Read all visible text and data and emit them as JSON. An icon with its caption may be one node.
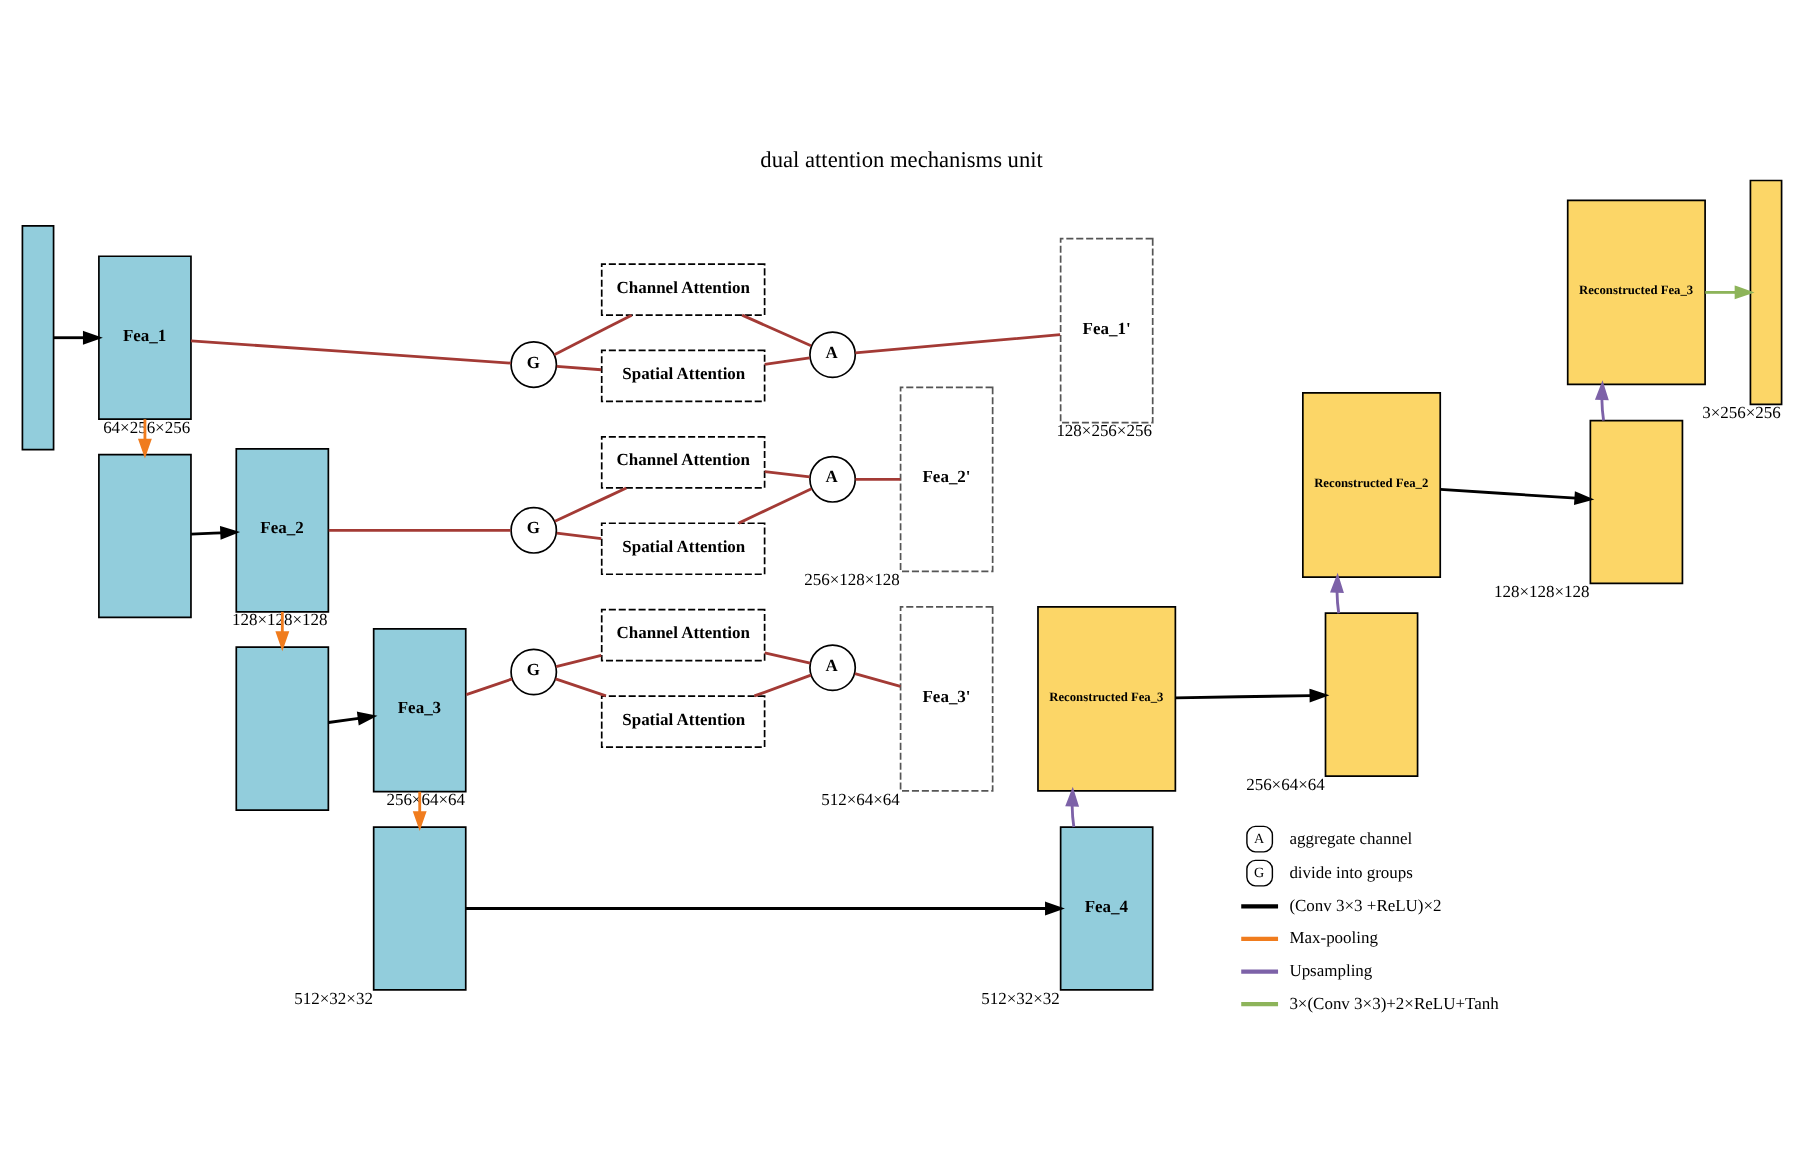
{
  "diagram": {
    "title": "dual attention mechanisms unit",
    "nodes": [
      {
        "text": [],
        "shape": "bar"
      },
      {
        "text": [
          "Fea_1"
        ],
        "beside": [
          "64×256×256"
        ]
      },
      {
        "text": [
          "G"
        ]
      },
      {
        "text": [
          "Channel Attention"
        ]
      },
      {
        "text": [
          "Spatial Attention"
        ]
      },
      {
        "text": [
          "A"
        ]
      },
      {
        "text": [
          "Fea_1'"
        ],
        "beside": [
          "128×256×256"
        ]
      },
      {
        "text": [
          "Reconstructed Fea_3"
        ]
      },
      {
        "text": [],
        "shape": "bar",
        "beside": [
          "3×256×256"
        ]
      },
      {
        "text": [],
        "shape": "box"
      },
      {
        "text": [
          "Fea_2"
        ],
        "beside": [
          "128×128×128"
        ]
      },
      {
        "text": [
          "G"
        ]
      },
      {
        "text": [
          "Channel Attention"
        ]
      },
      {
        "text": [
          "Spatial Attention"
        ]
      },
      {
        "text": [
          "A"
        ]
      },
      {
        "text": [
          "Fea_2'"
        ],
        "beside": [
          "256×128×128"
        ]
      },
      {
        "text": [
          "Reconstructed Fea_2"
        ]
      },
      {
        "text": [],
        "shape": "box",
        "beside": [
          "128×128×128"
        ]
      },
      {
        "text": [],
        "shape": "box"
      },
      {
        "text": [
          "Fea_3"
        ],
        "beside": [
          "256×64×64"
        ]
      },
      {
        "text": [
          "G"
        ]
      },
      {
        "text": [
          "Channel Attention"
        ]
      },
      {
        "text": [
          "Spatial Attention"
        ]
      },
      {
        "text": [
          "A"
        ]
      },
      {
        "text": [
          "Fea_3'"
        ],
        "beside": [
          "512×64×64"
        ]
      },
      {
        "text": [
          "Reconstructed Fea_3"
        ]
      },
      {
        "text": [],
        "shape": "box",
        "beside": [
          "256×64×64"
        ]
      },
      {
        "text": [],
        "shape": "box",
        "beside": [
          "512×32×32"
        ]
      },
      {
        "text": [
          "Fea_4"
        ],
        "beside": [
          "512×32×32"
        ]
      }
    ],
    "edges": [
      {
        "from": 0,
        "to": 1,
        "arrow": "to",
        "color": "#000000"
      },
      {
        "from": 1,
        "to": 2,
        "arrow": "none"
      },
      {
        "from": 2,
        "to": 3,
        "arrow": "none"
      },
      {
        "from": 2,
        "to": 4,
        "arrow": "none"
      },
      {
        "from": 3,
        "to": 5,
        "arrow": "none"
      },
      {
        "from": 4,
        "to": 5,
        "arrow": "none"
      },
      {
        "from": 5,
        "to": 6,
        "arrow": "none"
      },
      {
        "from": 7,
        "to": 8,
        "arrow": "to",
        "color": "#8db45a"
      },
      {
        "from": 1,
        "to": 9,
        "arrow": "to",
        "color": "#f07c1e"
      },
      {
        "from": 9,
        "to": 10,
        "arrow": "to",
        "color": "#000000"
      },
      {
        "from": 10,
        "to": 11,
        "arrow": "none"
      },
      {
        "from": 11,
        "to": 12,
        "arrow": "none"
      },
      {
        "from": 11,
        "to": 13,
        "arrow": "none"
      },
      {
        "from": 12,
        "to": 14,
        "arrow": "none"
      },
      {
        "from": 13,
        "to": 14,
        "arrow": "none"
      },
      {
        "from": 14,
        "to": 15,
        "arrow": "none"
      },
      {
        "from": 16,
        "to": 17,
        "arrow": "to",
        "color": "#000000"
      },
      {
        "from": 17,
        "to": 7,
        "arrow": "to",
        "color": "#7d62a8"
      },
      {
        "from": 10,
        "to": 18,
        "arrow": "to",
        "color": "#f07c1e"
      },
      {
        "from": 18,
        "to": 19,
        "arrow": "to",
        "color": "#000000"
      },
      {
        "from": 19,
        "to": 20,
        "arrow": "none"
      },
      {
        "from": 20,
        "to": 21,
        "arrow": "none"
      },
      {
        "from": 20,
        "to": 22,
        "arrow": "none"
      },
      {
        "from": 21,
        "to": 23,
        "arrow": "none"
      },
      {
        "from": 22,
        "to": 23,
        "arrow": "none"
      },
      {
        "from": 23,
        "to": 24,
        "arrow": "none"
      },
      {
        "from": 25,
        "to": 26,
        "arrow": "to",
        "color": "#000000"
      },
      {
        "from": 26,
        "to": 16,
        "arrow": "to",
        "color": "#7d62a8"
      },
      {
        "from": 19,
        "to": 27,
        "arrow": "to",
        "color": "#f07c1e"
      },
      {
        "from": 27,
        "to": 28,
        "arrow": "to",
        "color": "#000000"
      },
      {
        "from": 28,
        "to": 25,
        "arrow": "to",
        "color": "#7d62a8"
      }
    ],
    "labels": [
      "A",
      "G"
    ],
    "legend": [
      {
        "text": "aggregate channel"
      },
      {
        "text": "divide into groups"
      },
      {
        "text": "(Conv 3×3 +ReLU)×2"
      },
      {
        "text": "Max-pooling"
      },
      {
        "text": "Upsampling"
      },
      {
        "text": "3×(Conv 3×3)+2×ReLU+Tanh"
      }
    ]
  }
}
